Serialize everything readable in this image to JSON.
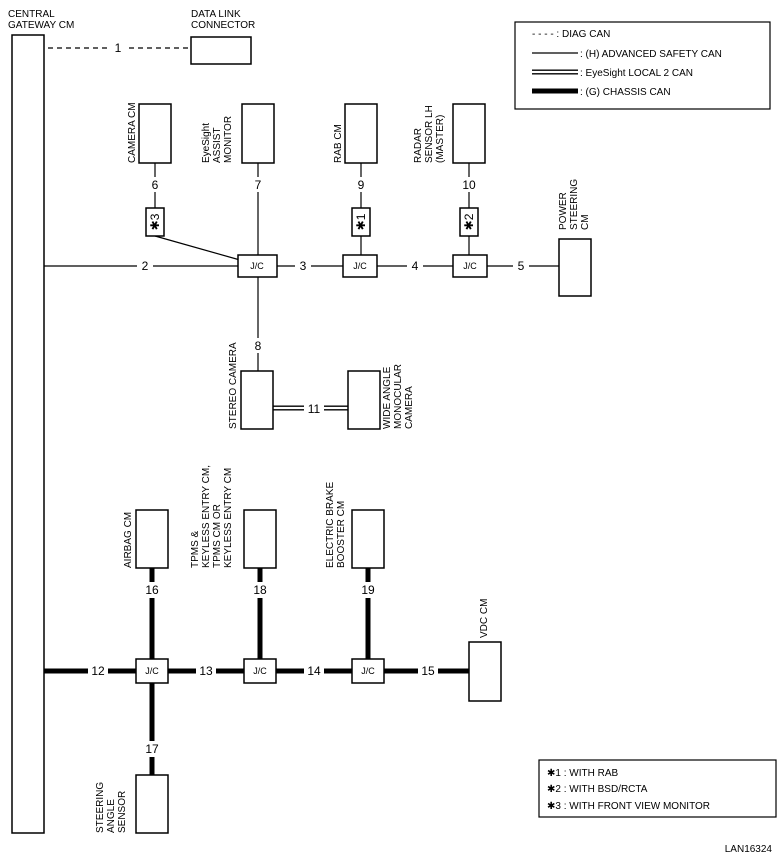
{
  "components": {
    "central_gateway": [
      "CENTRAL",
      "GATEWAY CM"
    ],
    "data_link_connector": [
      "DATA LINK",
      "CONNECTOR"
    ],
    "camera_cm": [
      "CAMERA CM"
    ],
    "eyesight_assist_monitor": [
      "EyeSight",
      "ASSIST",
      "MONITOR"
    ],
    "rab_cm": [
      "RAB CM"
    ],
    "radar_sensor_lh": [
      "RADAR",
      "SENSOR LH",
      "(MASTER)"
    ],
    "power_steering_cm": [
      "POWER",
      "STEERING",
      "CM"
    ],
    "stereo_camera": [
      "STEREO CAMERA"
    ],
    "wide_angle_camera": [
      "WIDE ANGLE",
      "MONOCULAR",
      "CAMERA"
    ],
    "airbag_cm": [
      "AIRBAG CM"
    ],
    "tpms_keyless": [
      "TPMS &",
      "KEYLESS ENTRY CM,",
      "TPMS CM OR",
      "KEYLESS ENTRY CM"
    ],
    "electric_brake_booster": [
      "ELECTRIC BRAKE",
      "BOOSTER CM"
    ],
    "vdc_cm": [
      "VDC CM"
    ],
    "steering_angle_sensor": [
      "STEERING",
      "ANGLE",
      "SENSOR"
    ]
  },
  "junction_label": "J/C",
  "connection_numbers": [
    "1",
    "2",
    "3",
    "4",
    "5",
    "6",
    "7",
    "8",
    "9",
    "10",
    "11",
    "12",
    "13",
    "14",
    "15",
    "16",
    "17",
    "18",
    "19"
  ],
  "option_marks": {
    "m1": "✱1",
    "m2": "✱2",
    "m3": "✱3"
  },
  "legend": {
    "items": [
      {
        "style": "dashed",
        "label": "- - - - : DIAG CAN"
      },
      {
        "style": "thin",
        "label": ": (H) ADVANCED SAFETY CAN"
      },
      {
        "style": "double",
        "label": ": EyeSight LOCAL 2 CAN"
      },
      {
        "style": "thick",
        "label": ": (G) CHASSIS CAN"
      }
    ]
  },
  "notes": {
    "items": [
      "✱1 : WITH RAB",
      "✱2 : WITH BSD/RCTA",
      "✱3 : WITH FRONT VIEW MONITOR"
    ]
  },
  "figure_id": "LAN16324"
}
